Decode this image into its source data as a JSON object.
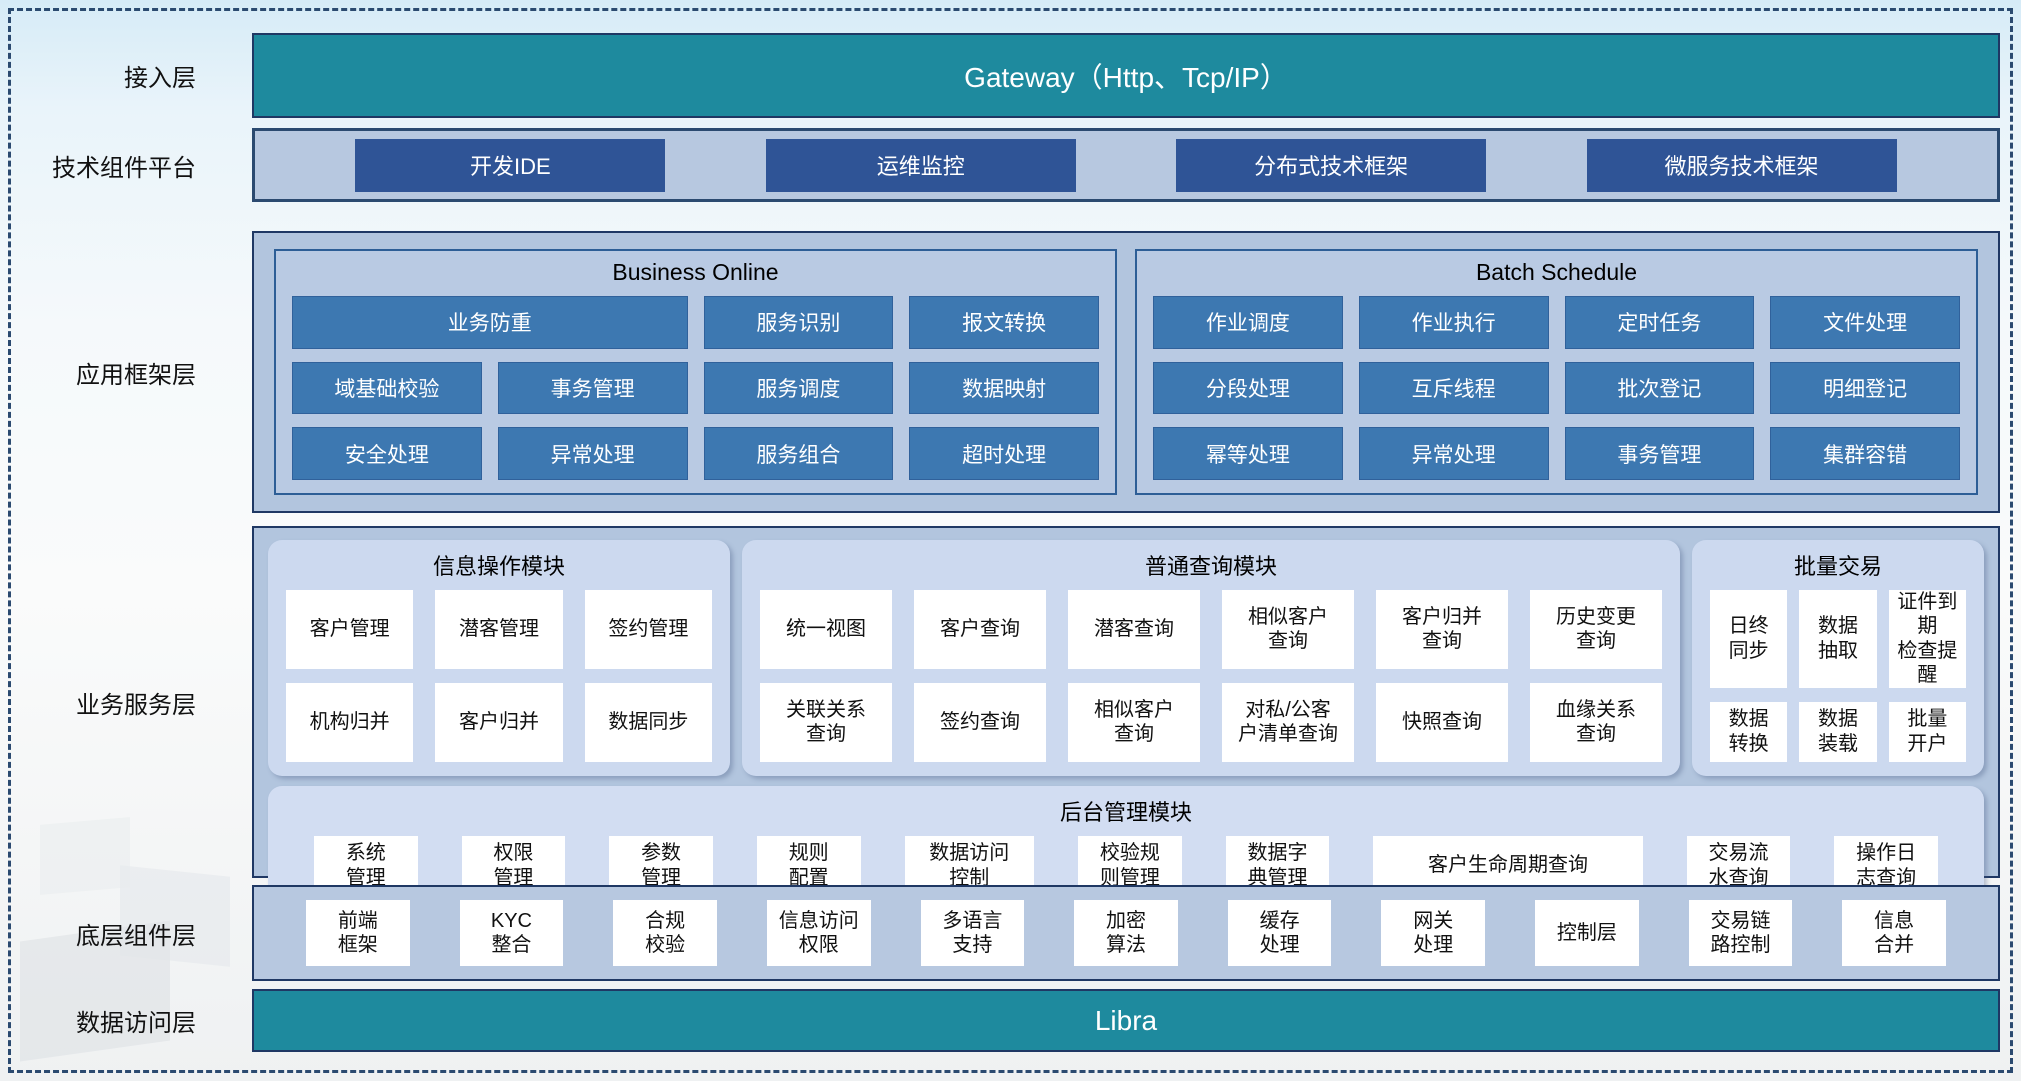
{
  "colors": {
    "teal": "#1E8A9E",
    "navy_border": "#1F3864",
    "band_bg": "#B7C8E0",
    "dark_button": "#2F5496",
    "steel_button": "#3D78B1",
    "inner_panel_bg": "#B9CAE3",
    "module_bg": "#CCD9EF",
    "admin_module_bg": "#D2DDF2",
    "box_bg": "#FFFFFF"
  },
  "layers": {
    "access": {
      "label": "接入层",
      "gateway_label": "Gateway（Http、Tcp/IP）"
    },
    "tech_platform": {
      "label": "技术组件平台",
      "buttons": [
        "开发IDE",
        "运维监控",
        "分布式技术框架",
        "微服务技术框架"
      ]
    },
    "app_framework": {
      "label": "应用框架层",
      "business_online": {
        "title": "Business Online",
        "wide_item": "业务防重",
        "items": [
          "服务识别",
          "报文转换",
          "域基础校验",
          "事务管理",
          "服务调度",
          "数据映射",
          "安全处理",
          "异常处理",
          "服务组合",
          "超时处理"
        ]
      },
      "batch_schedule": {
        "title": "Batch Schedule",
        "items": [
          "作业调度",
          "作业执行",
          "定时任务",
          "文件处理",
          "分段处理",
          "互斥线程",
          "批次登记",
          "明细登记",
          "幂等处理",
          "异常处理",
          "事务管理",
          "集群容错"
        ]
      }
    },
    "business_service": {
      "label": "业务服务层",
      "info_module": {
        "title": "信息操作模块",
        "items": [
          "客户管理",
          "潜客管理",
          "签约管理",
          "机构归并",
          "客户归并",
          "数据同步"
        ]
      },
      "query_module": {
        "title": "普通查询模块",
        "items": [
          "统一视图",
          "客户查询",
          "潜客查询",
          "相似客户\n查询",
          "客户归并\n查询",
          "历史变更\n查询",
          "关联关系\n查询",
          "签约查询",
          "相似客户\n查询",
          "对私/公客\n户清单查询",
          "快照查询",
          "血缘关系\n查询"
        ]
      },
      "batch_module": {
        "title": "批量交易",
        "items": [
          "日终\n同步",
          "数据\n抽取",
          "证件到期\n检查提醒",
          "数据\n转换",
          "数据\n装载",
          "批量\n开户"
        ]
      },
      "admin_module": {
        "title": "后台管理模块",
        "items": [
          "系统\n管理",
          "权限\n管理",
          "参数\n管理",
          "规则\n配置",
          "数据访问\n控制",
          "校验规\n则管理",
          "数据字\n典管理",
          "客户生命周期查询",
          "交易流\n水查询",
          "操作日\n志查询"
        ]
      }
    },
    "bottom_components": {
      "label": "底层组件层",
      "items": [
        "前端\n框架",
        "KYC\n整合",
        "合规\n校验",
        "信息访问\n权限",
        "多语言\n支持",
        "加密\n算法",
        "缓存\n处理",
        "网关\n处理",
        "控制层",
        "交易链\n路控制",
        "信息\n合并"
      ]
    },
    "data_access": {
      "label": "数据访问层",
      "bar_label": "Libra"
    }
  }
}
